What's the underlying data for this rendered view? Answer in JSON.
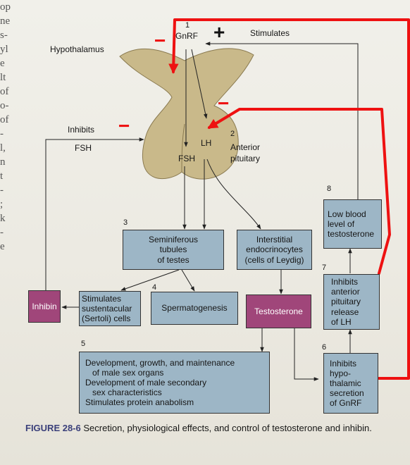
{
  "nodes": {
    "gnrf": {
      "num": "1",
      "label": "GnRF"
    },
    "stimulates": "Stimulates",
    "hypothalamus": "Hypothalamus",
    "inhibits_fsh": [
      "Inhibits",
      "FSH"
    ],
    "anterior_pituitary": {
      "num": "2",
      "label": [
        "Anterior",
        "pituitary"
      ]
    },
    "fsh": "FSH",
    "lh": "LH",
    "seminiferous": {
      "num": "3",
      "lines": [
        "Seminiferous",
        "tubules",
        "of testes"
      ]
    },
    "leydig": {
      "lines": [
        "Interstitial",
        "endocrinocytes",
        "(cells of Leydig)"
      ]
    },
    "low_testosterone": {
      "num": "8",
      "lines": [
        "Low blood",
        "level of",
        "testosterone"
      ]
    },
    "inhibin": "Inhibin",
    "sertoli": {
      "lines": [
        "Stimulates",
        "sustentacular",
        "(Sertoli) cells"
      ]
    },
    "spermatogenesis": {
      "num": "4",
      "label": "Spermatogenesis"
    },
    "testosterone": "Testosterone",
    "inhibits_lh": {
      "num": "7",
      "lines": [
        "Inhibits",
        "anterior",
        "pituitary",
        "release",
        "of LH"
      ]
    },
    "effects": {
      "num": "5",
      "lines": [
        "Development, growth, and maintenance",
        "   of male sex organs",
        "Development of male secondary",
        "   sex characteristics",
        "Stimulates protein anabolism"
      ]
    },
    "inhibits_gnrf": {
      "num": "6",
      "lines": [
        "Inhibits",
        "hypo-",
        "thalamic",
        "secretion",
        "of GnRF"
      ]
    }
  },
  "annotations": {
    "plus": "+",
    "minus": "−"
  },
  "caption": {
    "figure_label": "FIGURE 28-6",
    "text": "Secretion, physiological effects, and control of testosterone and inhibin."
  },
  "margin_fragments": [
    "op",
    "ne",
    "s-",
    "yl",
    "e",
    "lt",
    "of",
    "o-",
    "of",
    "-",
    "l,",
    "n",
    "t",
    "-",
    ";",
    "k",
    "-",
    "e"
  ],
  "colors": {
    "box_blue": "#9db6c6",
    "box_purple": "#a0467a",
    "gland_tan": "#c9b98a",
    "annotation_red": "#ee1111",
    "figure_label_blue": "#3a3f7a"
  }
}
